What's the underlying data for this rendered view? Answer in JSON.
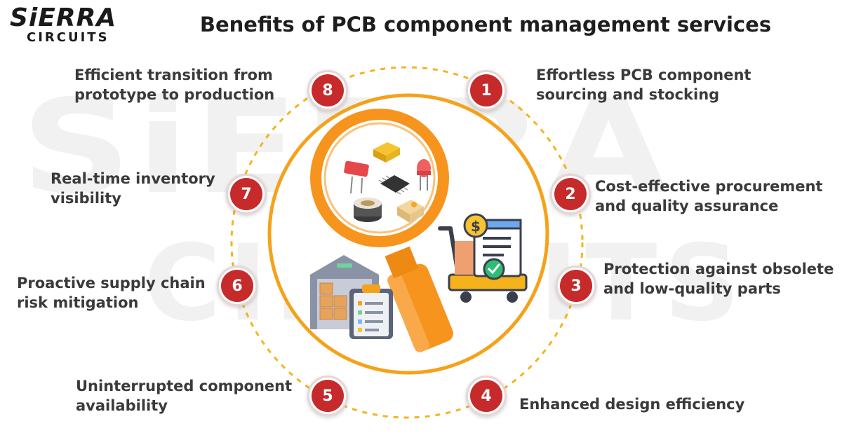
{
  "logo": {
    "line1": "SiERRA",
    "line2": "CIRCUITS"
  },
  "watermark": {
    "line1": "SiERRA",
    "line2": "CIRCUITS"
  },
  "title": "Benefits of PCB component management services",
  "colors": {
    "badge_red": "#c62a2a",
    "ring_orange": "#f5a21b",
    "dash_yellow": "#f2b51e",
    "magnifier_orange": "#f7941d"
  },
  "benefits": [
    {
      "number": "1",
      "line1": "Effortless PCB component",
      "line2": "sourcing and stocking"
    },
    {
      "number": "2",
      "line1": "Cost-effective procurement",
      "line2": "and quality assurance"
    },
    {
      "number": "3",
      "line1": "Protection against obsolete",
      "line2": "and low-quality parts"
    },
    {
      "number": "4",
      "line1": "Enhanced design efficiency",
      "line2": ""
    },
    {
      "number": "5",
      "line1": "Uninterrupted component",
      "line2": "availability"
    },
    {
      "number": "6",
      "line1": "Proactive supply chain",
      "line2": "risk mitigation"
    },
    {
      "number": "7",
      "line1": "Real-time inventory",
      "line2": "visibility"
    },
    {
      "number": "8",
      "line1": "Efficient transition from",
      "line2": "prototype to production"
    }
  ],
  "icons": [
    "magnifying-glass-icon",
    "electronic-components-icon",
    "warehouse-icon",
    "clipboard-icon",
    "shopping-cart-icon",
    "dollar-coin-icon",
    "invoice-document-icon",
    "check-badge-icon"
  ]
}
